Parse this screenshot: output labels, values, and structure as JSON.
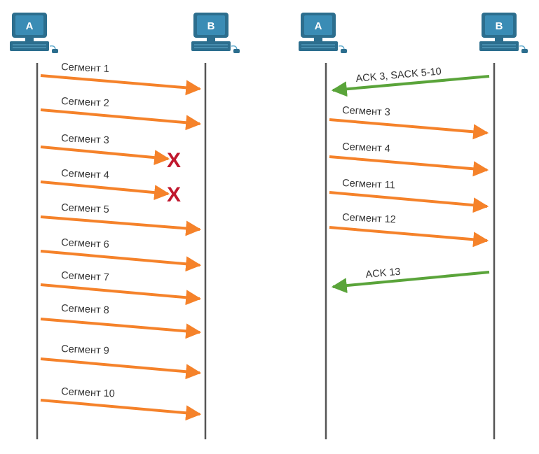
{
  "colors": {
    "send_arrow": "#f5822a",
    "ack_arrow": "#5aa43a",
    "lost_mark": "#c0182e",
    "timeline": "#555555",
    "pc_screen": "#3a8cb5",
    "pc_body": "#2c6e8e",
    "label_text": "#333333"
  },
  "left_panel": {
    "host_a": "A",
    "host_b": "B",
    "segments": [
      {
        "label": "Сегмент 1",
        "lost": false
      },
      {
        "label": "Сегмент 2",
        "lost": false
      },
      {
        "label": "Сегмент 3",
        "lost": true,
        "lost_mark": "X"
      },
      {
        "label": "Сегмент 4",
        "lost": true,
        "lost_mark": "X"
      },
      {
        "label": "Сегмент 5",
        "lost": false
      },
      {
        "label": "Сегмент 6",
        "lost": false
      },
      {
        "label": "Сегмент 7",
        "lost": false
      },
      {
        "label": "Сегмент 8",
        "lost": false
      },
      {
        "label": "Сегмент 9",
        "lost": false
      },
      {
        "label": "Сегмент 10",
        "lost": false
      }
    ]
  },
  "right_panel": {
    "host_a": "A",
    "host_b": "B",
    "messages": [
      {
        "label": "ACK 3, SACK 5-10",
        "direction": "B-to-A"
      },
      {
        "label": "Сегмент 3",
        "direction": "A-to-B"
      },
      {
        "label": "Сегмент 4",
        "direction": "A-to-B"
      },
      {
        "label": "Сегмент 11",
        "direction": "A-to-B"
      },
      {
        "label": "Сегмент 12",
        "direction": "A-to-B"
      },
      {
        "label": "ACK 13",
        "direction": "B-to-A"
      }
    ]
  }
}
